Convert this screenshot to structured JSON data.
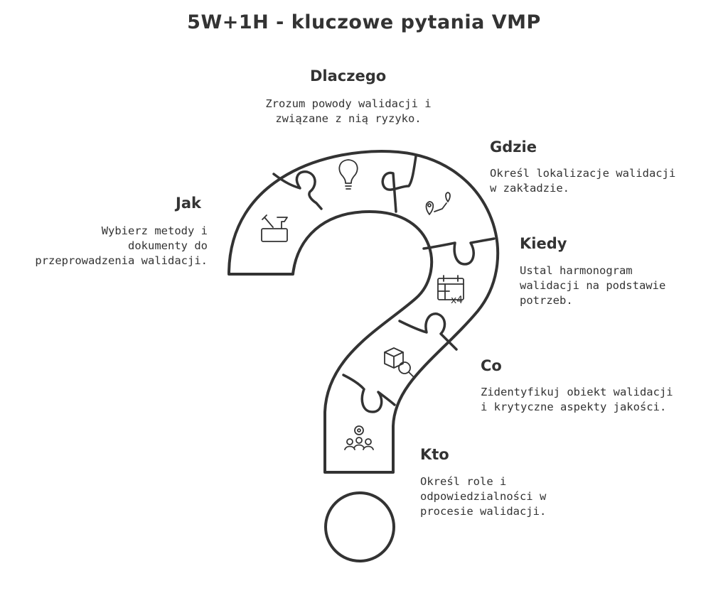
{
  "title": "5W+1H - kluczowe pytania VMP",
  "segments": {
    "dlaczego": {
      "label": "Dlaczego",
      "desc": [
        "Zrozum powody walidacji i",
        "związane z nią ryzyko."
      ],
      "icon": "lightbulb-icon"
    },
    "gdzie": {
      "label": "Gdzie",
      "desc": [
        "Określ lokalizacje walidacji",
        "w zakładzie."
      ],
      "icon": "location-route-icon"
    },
    "jak": {
      "label": "Jak",
      "desc": [
        "Wybierz metody i",
        "dokumenty do",
        "przeprowadzenia walidacji."
      ],
      "icon": "toolbox-icon"
    },
    "kiedy": {
      "label": "Kiedy",
      "desc": [
        "Ustal harmonogram",
        "walidacji na podstawie",
        "potrzeb."
      ],
      "icon": "calendar-repeat-icon",
      "icon_text": "x4"
    },
    "co": {
      "label": "Co",
      "desc": [
        "Zidentyfikuj obiekt walidacji",
        "i krytyczne aspekty jakości."
      ],
      "icon": "cube-search-icon"
    },
    "kto": {
      "label": "Kto",
      "desc": [
        "Określ role i",
        "odpowiedzialności w",
        "procesie walidacji."
      ],
      "icon": "team-gear-icon"
    }
  }
}
